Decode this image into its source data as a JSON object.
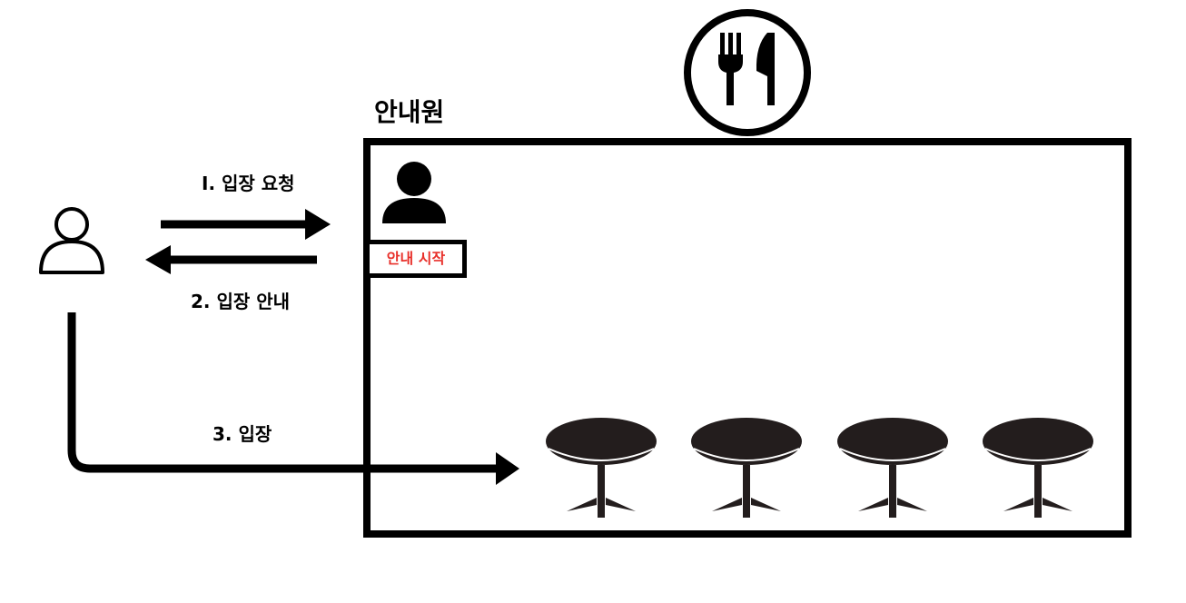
{
  "diagram": {
    "role_label": "안내원",
    "steps": {
      "step1": "I. 입장 요청",
      "step2": "2. 입장 안내",
      "step3": "3. 입장"
    },
    "start_button": {
      "label": "안내 시작",
      "color": "#e8302a"
    },
    "icons": {
      "restaurant": "fork-knife-icon",
      "guest": "user-outline-icon",
      "host": "user-filled-icon",
      "table": "round-table-icon"
    },
    "table_count": 4
  }
}
